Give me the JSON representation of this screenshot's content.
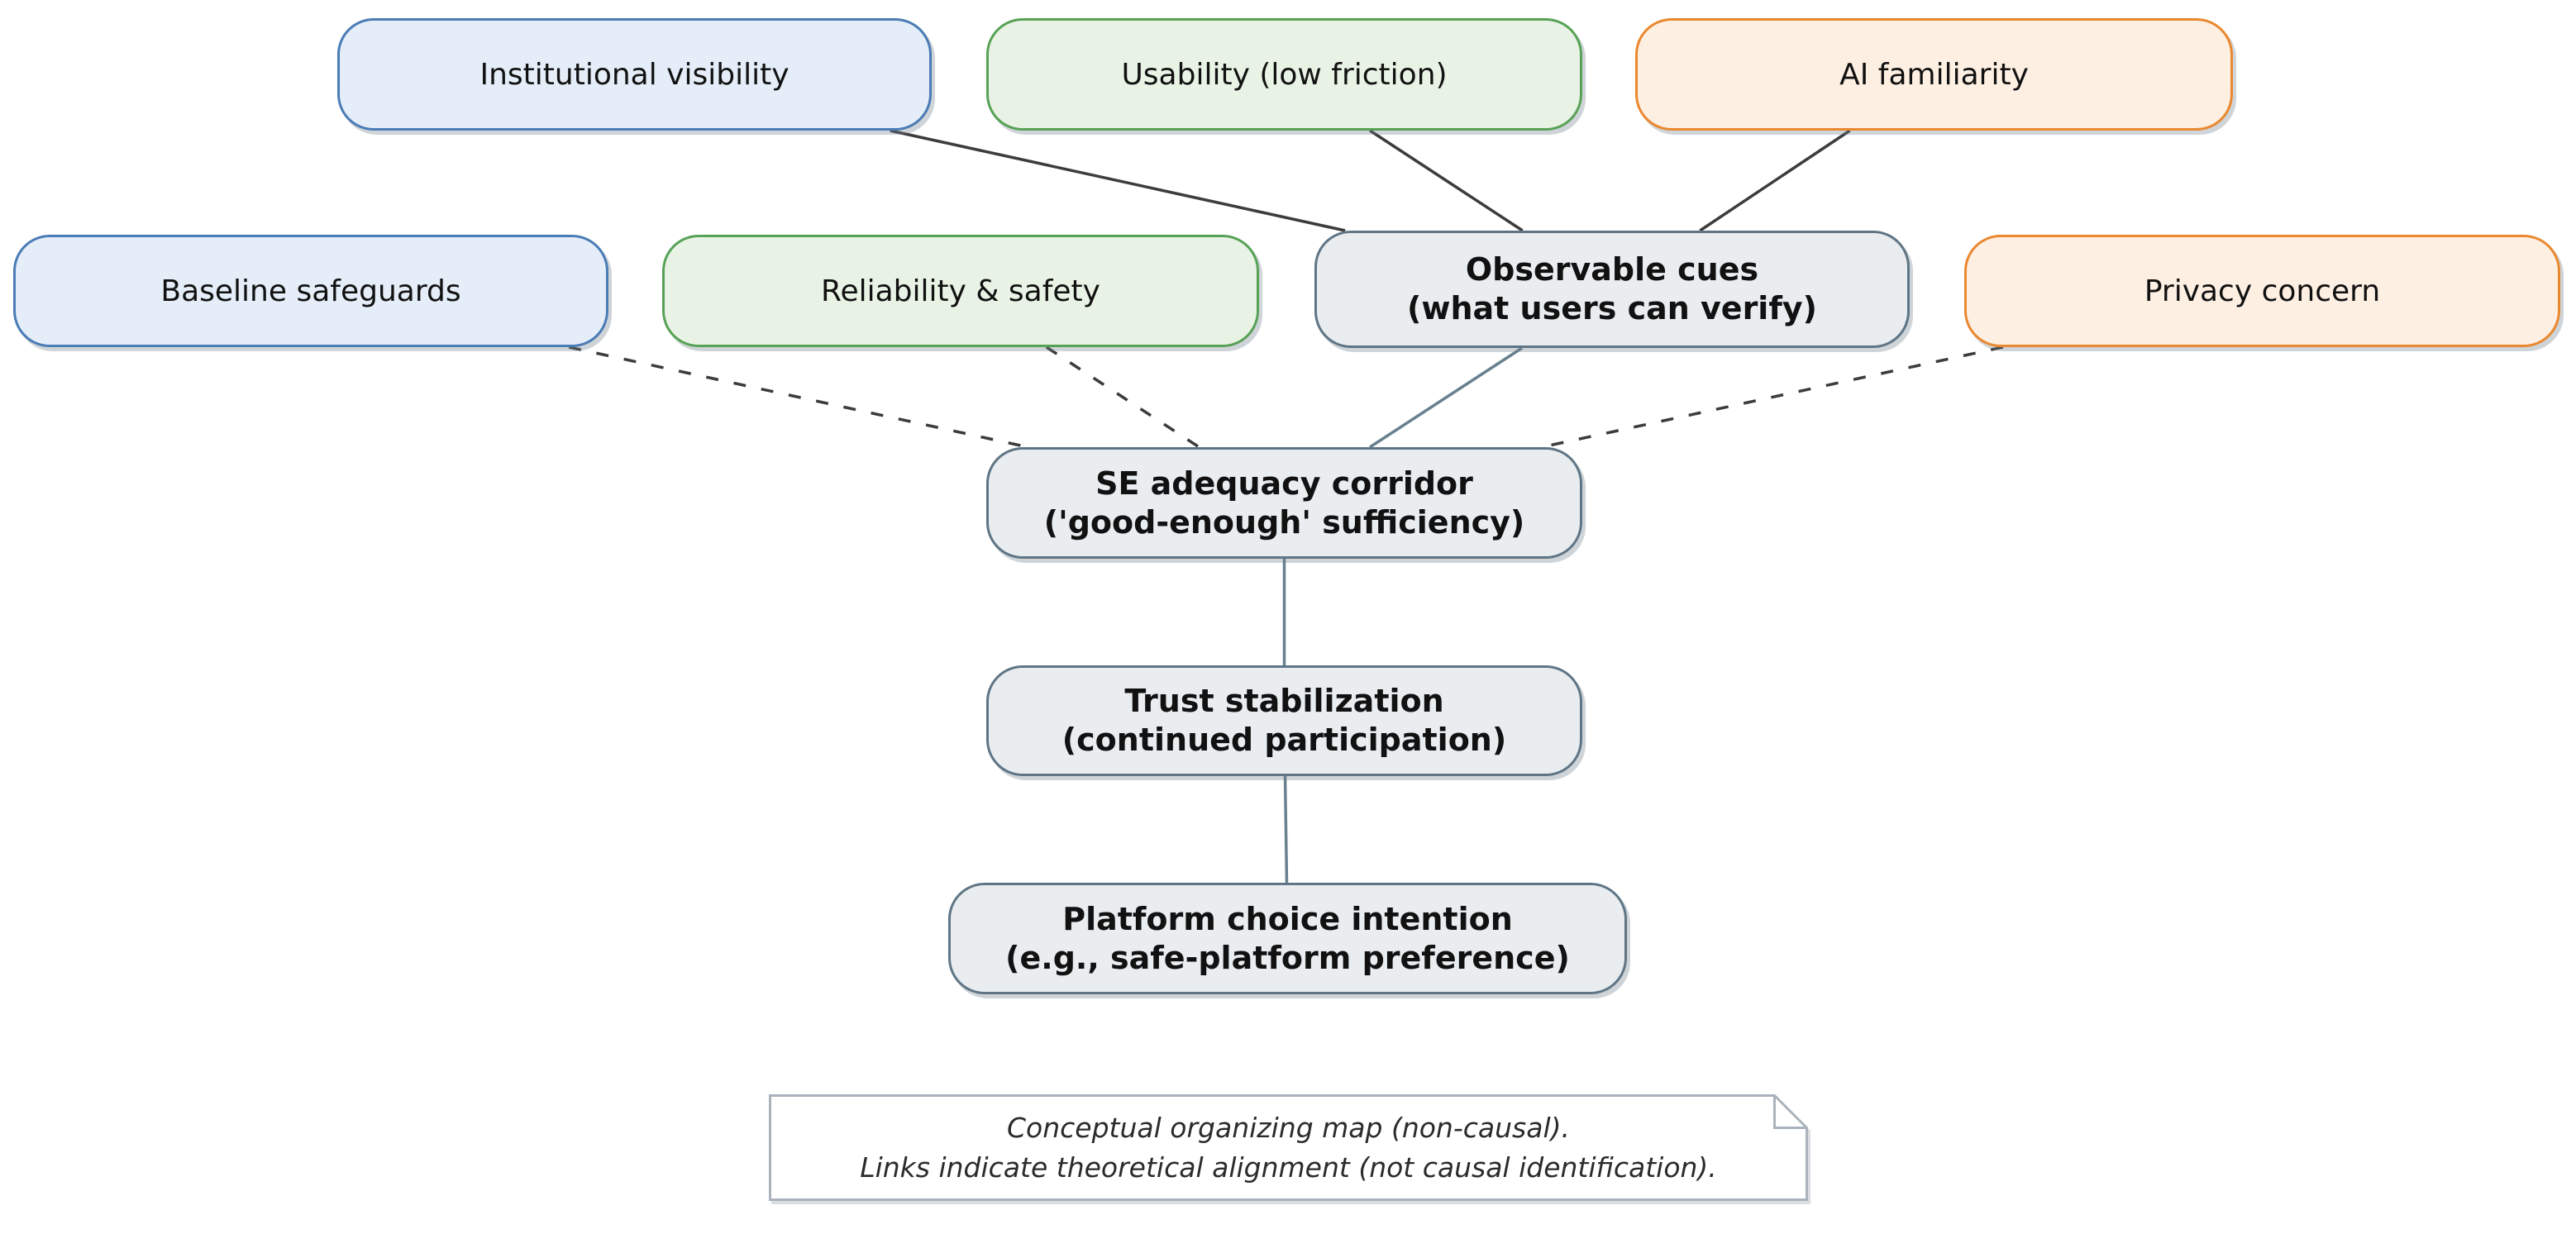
{
  "diagram": {
    "nodes": {
      "institutional": {
        "label": "Institutional visibility",
        "category": "blue"
      },
      "usability": {
        "label": "Usability (low friction)",
        "category": "green"
      },
      "ai_familiarity": {
        "label": "AI familiarity",
        "category": "orange"
      },
      "baseline": {
        "label": "Baseline safeguards",
        "category": "blue"
      },
      "reliability": {
        "label": "Reliability & safety",
        "category": "green"
      },
      "observable": {
        "line1": "Observable cues",
        "line2": "(what users can verify)",
        "category": "gray"
      },
      "privacy": {
        "label": "Privacy concern",
        "category": "orange"
      },
      "corridor": {
        "line1": "SE adequacy corridor",
        "line2": "('good-enough' sufficiency)",
        "category": "gray"
      },
      "trust": {
        "line1": "Trust stabilization",
        "line2": "(continued participation)",
        "category": "gray"
      },
      "platform": {
        "line1": "Platform choice intention",
        "line2": "(e.g., safe-platform preference)",
        "category": "gray"
      }
    },
    "edges": [
      {
        "from": "institutional",
        "to": "observable",
        "style": "solid_dark"
      },
      {
        "from": "usability",
        "to": "observable",
        "style": "solid_dark"
      },
      {
        "from": "ai_familiarity",
        "to": "observable",
        "style": "solid_dark"
      },
      {
        "from": "baseline",
        "to": "corridor",
        "style": "dashed"
      },
      {
        "from": "reliability",
        "to": "corridor",
        "style": "dashed"
      },
      {
        "from": "privacy",
        "to": "corridor",
        "style": "dashed"
      },
      {
        "from": "observable",
        "to": "corridor",
        "style": "solid_slate"
      },
      {
        "from": "corridor",
        "to": "trust",
        "style": "solid_slate"
      },
      {
        "from": "trust",
        "to": "platform",
        "style": "solid_slate"
      }
    ],
    "note": {
      "line1": "Conceptual organizing map (non-causal).",
      "line2": "Links indicate theoretical alignment (not causal identification)."
    },
    "colors": {
      "blue_fill": "#e4edf8",
      "blue_border": "#4a7cb5",
      "green_fill": "#e9f3e5",
      "green_border": "#57a257",
      "orange_fill": "#fdefe2",
      "orange_border": "#e9882f",
      "gray_fill": "#e9edf0",
      "gray_border": "#5f7585",
      "edge_dark": "#3c3c3c",
      "edge_slate": "#68818f",
      "note_border": "#aab3bc",
      "text": "#111111",
      "note_text": "#2b2b2b"
    }
  }
}
